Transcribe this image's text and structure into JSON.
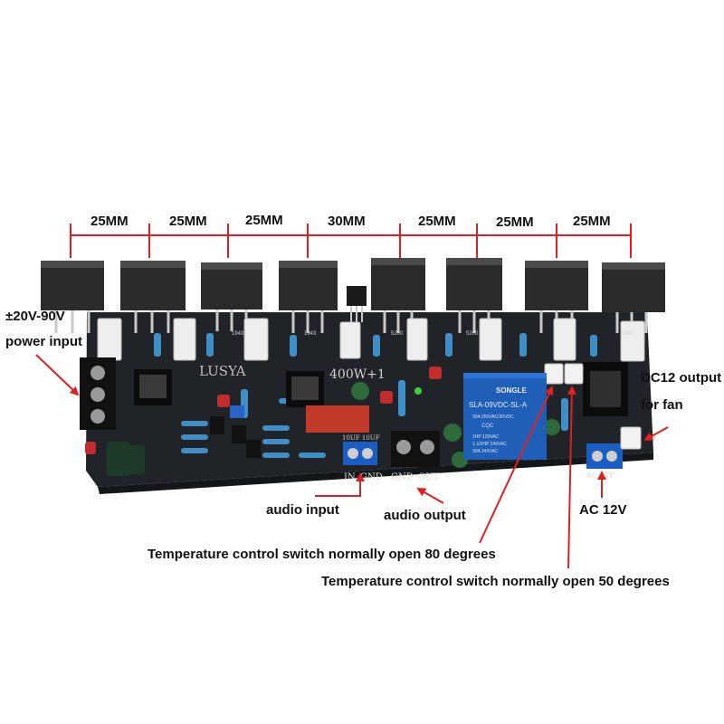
{
  "dimensions": [
    "25MM",
    "25MM",
    "25MM",
    "30MM",
    "25MM",
    "25MM",
    "25MM"
  ],
  "labels": {
    "power_voltage": "±20V-90V",
    "power_input": "power input",
    "dc12_output": "DC12 output",
    "for_fan": "for fan",
    "audio_input": "audio input",
    "audio_output": "audio output",
    "ac12v": "AC 12V",
    "temp80": "Temperature control switch normally open 80 degrees",
    "temp50": "Temperature control switch normally open 50 degrees"
  },
  "silkscreen": {
    "brand": "LUSYA",
    "model": "400W+1",
    "in": "IN",
    "gnd_in": "GND",
    "gnd_out": "GND",
    "out": "OUT",
    "cap_mark": "10UF 10UF",
    "ac12v_mark": "AC 12V",
    "relay_brand": "SONGLE",
    "relay_model": "SLA-09VDC-SL-A",
    "relay_spec1": "30A 250VAC/30VDC",
    "relay_spec2": "CQC",
    "relay_spec3": "1HP 120VAC",
    "relay_spec4": "1-1/2HP 240VAC",
    "relay_spec5": "30A 240VAC",
    "transistor_codes": [
      "1943",
      "1943",
      "5200",
      "5200",
      "5200"
    ]
  },
  "colors": {
    "pcb": "#202428",
    "arrow": "#e02020",
    "dimension_line": "#e02020",
    "transistor": "#2a2a2a",
    "relay": "#1f5fb8",
    "terminal_blue": "#1a5ec4"
  }
}
